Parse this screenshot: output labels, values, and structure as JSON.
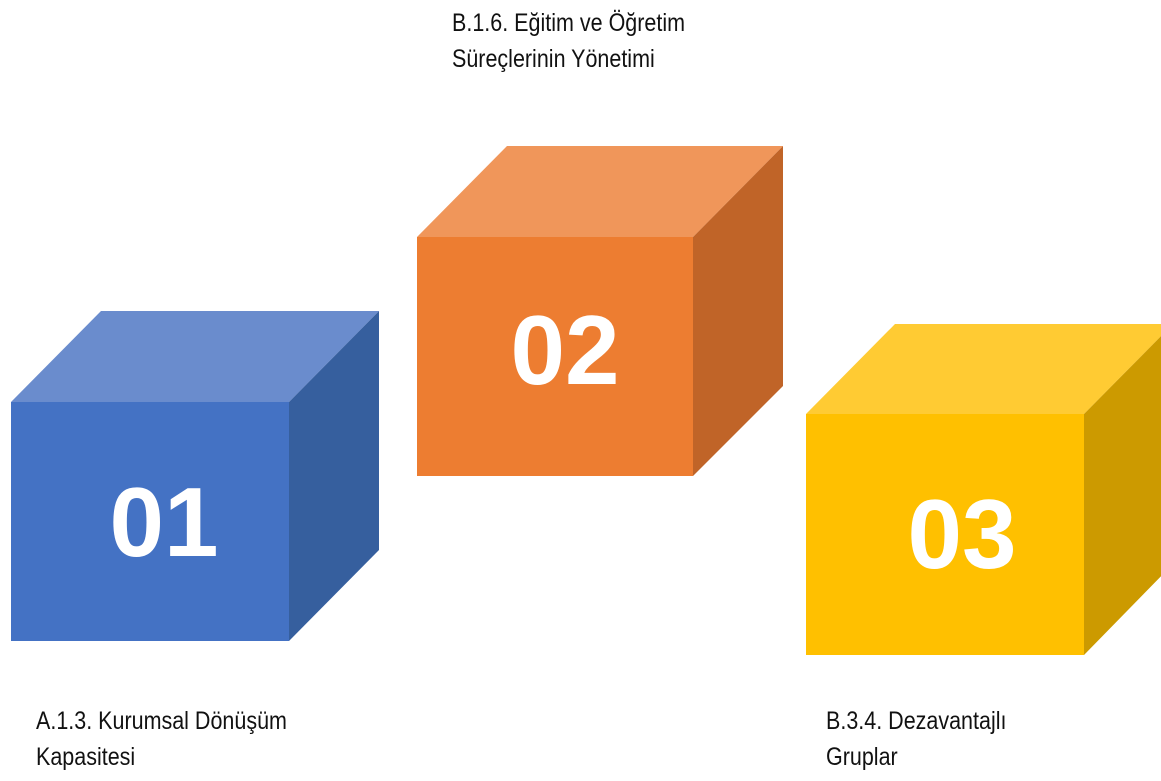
{
  "boxes": [
    {
      "number": "01",
      "caption_line1": "A.1.3. Kurumsal Dönüşüm",
      "caption_line2": "Kapasitesi",
      "colors": {
        "front": "#4472C4",
        "top": "#6A8CCD",
        "side": "#365F9E"
      }
    },
    {
      "number": "02",
      "caption_line1": [
        "B.1.6.",
        "Eğitim",
        "ve",
        "Öğretim"
      ],
      "caption_line2": "Süreçlerinin Yönetimi",
      "colors": {
        "front": "#ED7D31",
        "top": "#F0965A",
        "side": "#C06428"
      }
    },
    {
      "number": "03",
      "caption_line1": [
        "B.3.4.",
        "Dezavantajlı"
      ],
      "caption_line2": "Gruplar",
      "colors": {
        "front": "#FFC000",
        "top": "#FFCB33",
        "side": "#CC9A00"
      }
    }
  ]
}
